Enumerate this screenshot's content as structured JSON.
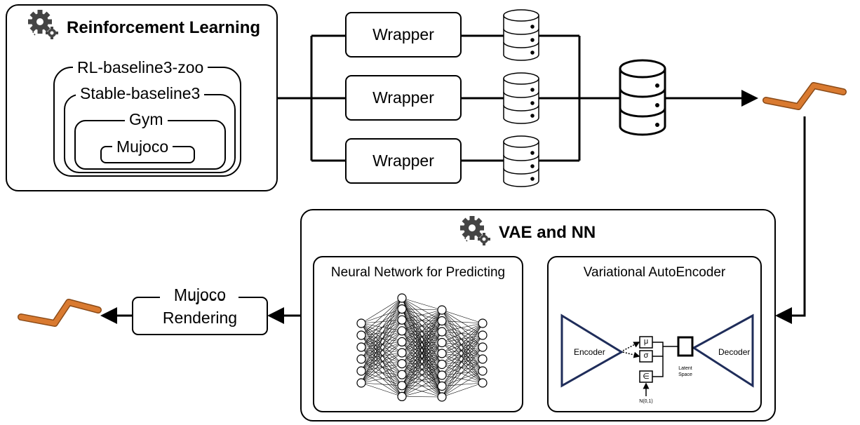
{
  "rl": {
    "title": "Reinforcement Learning",
    "nested": [
      "RL-baseline3-zoo",
      "Stable-baseline3",
      "Gym",
      "Mujoco"
    ]
  },
  "wrappers": [
    "Wrapper",
    "Wrapper",
    "Wrapper"
  ],
  "vae_nn": {
    "title": "VAE and NN",
    "nn_title": "Neural Network for Predicting",
    "vae_title": "Variational AutoEncoder",
    "encoder": "Encoder",
    "decoder": "Decoder",
    "mu": "μ",
    "sigma": "σ",
    "epsilon": "∈",
    "latent_line1": "Latent",
    "latent_line2": "Space",
    "noise": "N(0,1)"
  },
  "rendering": {
    "line1": "Mujoco",
    "line2": "Rendering"
  },
  "colors": {
    "robot_arm": "#D97A30",
    "vae_blue": "#1F2D5A"
  },
  "icons": [
    "gear-icon",
    "database-icon",
    "robot-arm-icon",
    "neural-network-icon"
  ]
}
